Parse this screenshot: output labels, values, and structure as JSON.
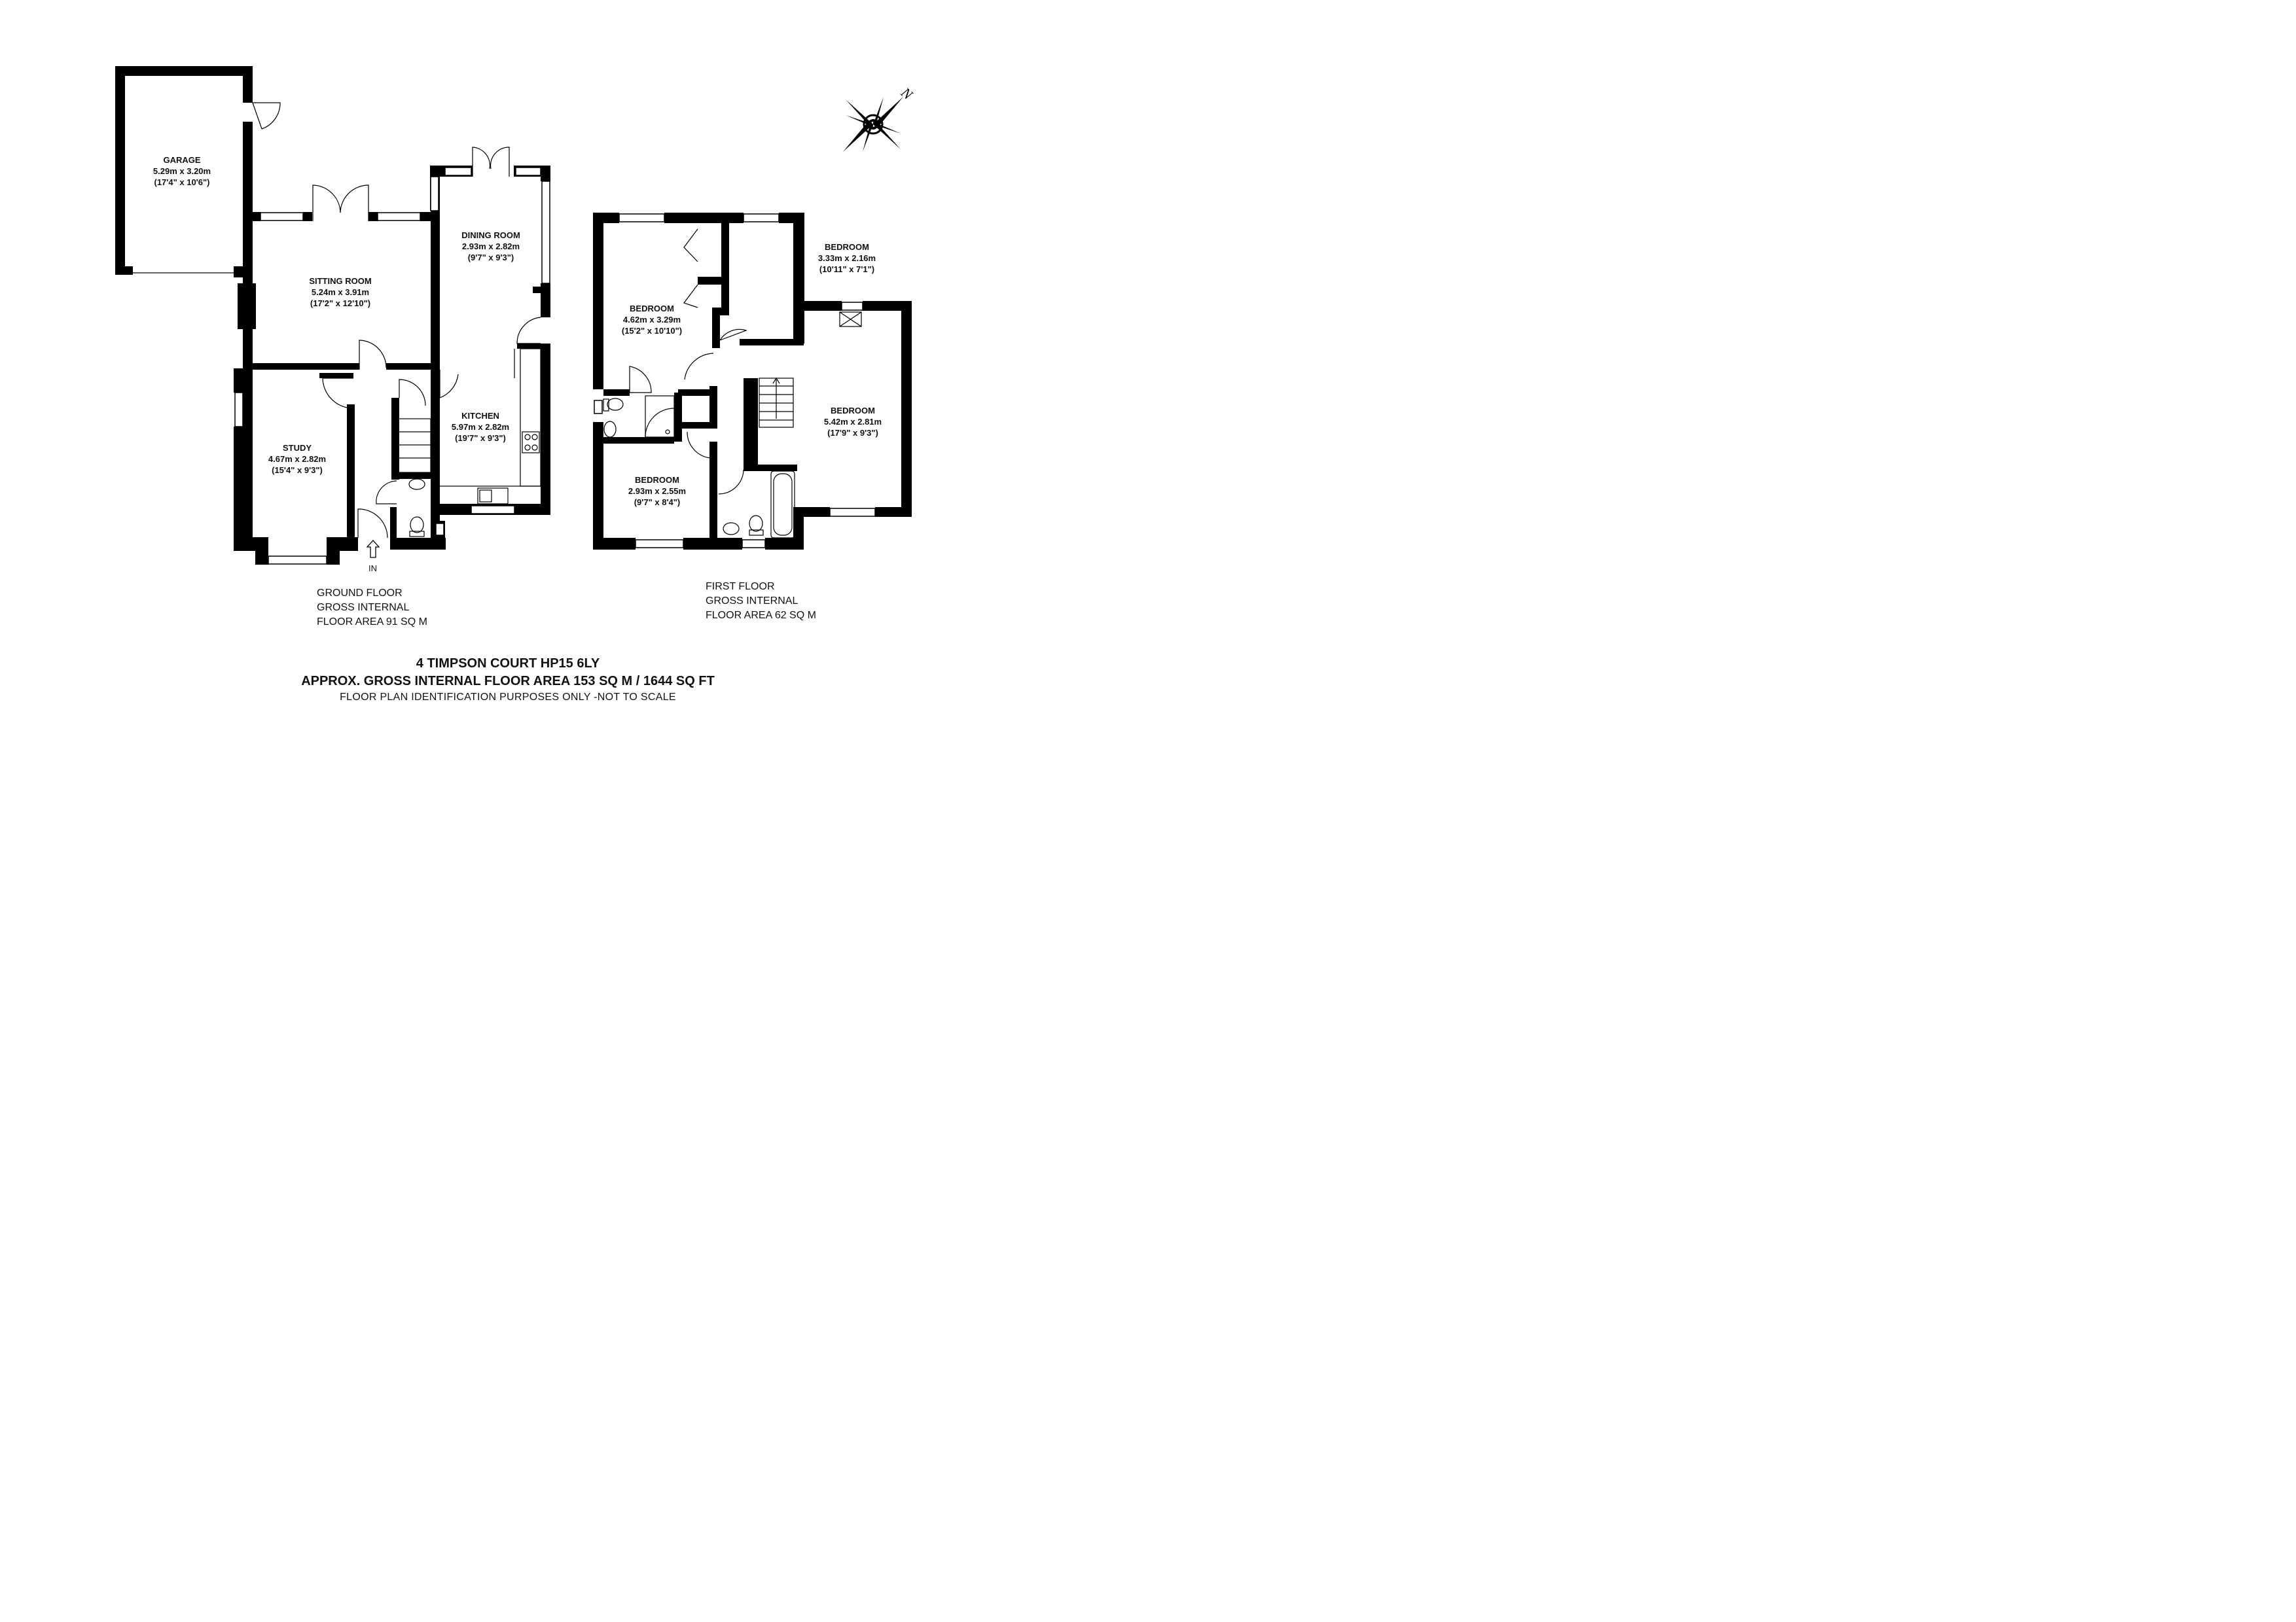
{
  "rooms": {
    "garage": {
      "name": "GARAGE",
      "metric": "5.29m x 3.20m",
      "imperial": "(17'4\" x 10'6\")"
    },
    "sitting": {
      "name": "SITTING ROOM",
      "metric": "5.24m x 3.91m",
      "imperial": "(17'2\" x 12'10\")"
    },
    "dining": {
      "name": "DINING ROOM",
      "metric": "2.93m x 2.82m",
      "imperial": "(9'7\" x 9'3\")"
    },
    "kitchen": {
      "name": "KITCHEN",
      "metric": "5.97m x 2.82m",
      "imperial": "(19'7\" x 9'3\")"
    },
    "study": {
      "name": "STUDY",
      "metric": "4.67m x 2.82m",
      "imperial": "(15'4\" x 9'3\")"
    },
    "bed1": {
      "name": "BEDROOM",
      "metric": "4.62m x 3.29m",
      "imperial": "(15'2\" x 10'10\")"
    },
    "bed2": {
      "name": "BEDROOM",
      "metric": "3.33m x 2.16m",
      "imperial": "(10'11\" x 7'1\")"
    },
    "bed3": {
      "name": "BEDROOM",
      "metric": "5.42m x 2.81m",
      "imperial": "(17'9\" x 9'3\")"
    },
    "bed4": {
      "name": "BEDROOM",
      "metric": "2.93m x 2.55m",
      "imperial": "(9'7\" x 8'4\")"
    }
  },
  "entrance_label": "IN",
  "compass_label": "N",
  "ground_floor": {
    "line1": "GROUND FLOOR",
    "line2": "GROSS INTERNAL",
    "line3": "FLOOR AREA 91 SQ M"
  },
  "first_floor": {
    "line1": "FIRST FLOOR",
    "line2": "GROSS INTERNAL",
    "line3": "FLOOR AREA 62 SQ M"
  },
  "footer": {
    "address": "4 TIMPSON COURT HP15 6LY",
    "total_area": "APPROX. GROSS INTERNAL FLOOR AREA 153 SQ M / 1644 SQ FT",
    "disclaimer": "FLOOR PLAN IDENTIFICATION PURPOSES ONLY -NOT TO SCALE"
  },
  "colors": {
    "wall": "#000000",
    "window": "#ffffff",
    "background": "#ffffff"
  }
}
